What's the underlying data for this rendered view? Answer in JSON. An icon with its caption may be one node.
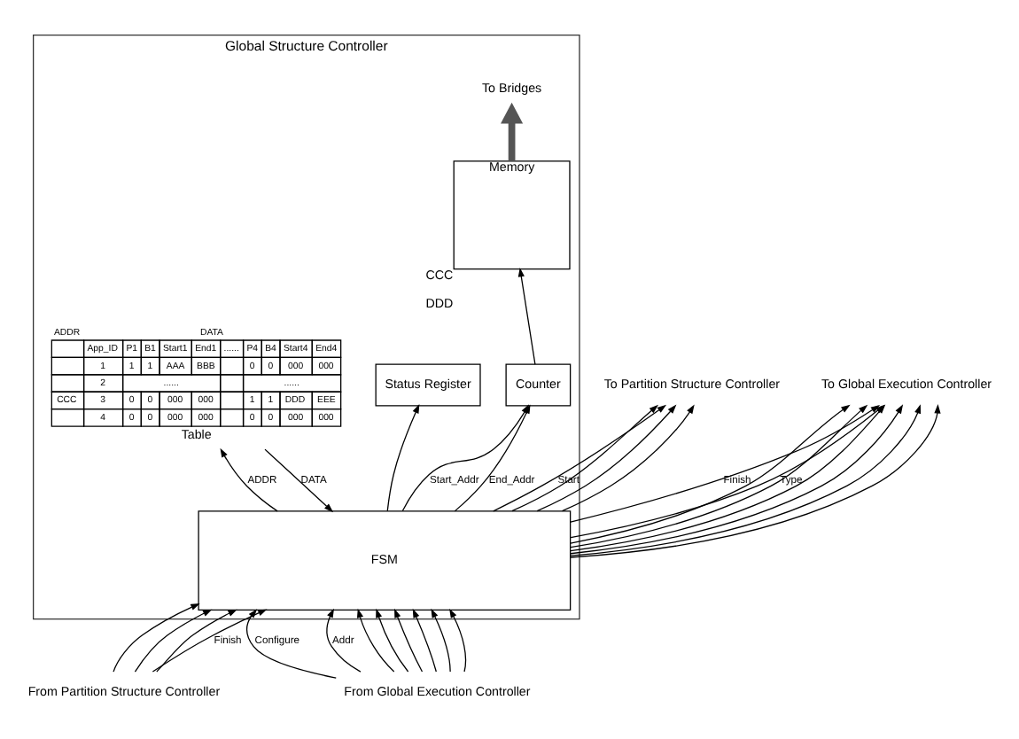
{
  "diagram": {
    "nodes": [
      {
        "text": [
          "Global Structure Controller"
        ]
      },
      {
        "text": [
          "Memory"
        ],
        "beside": [
          "CCC",
          "DDD"
        ],
        "in": 0
      },
      {
        "text": [
          "ADDR",
          "DATA",
          "App_ID",
          "P1",
          "B1",
          "Start1",
          "End1",
          "......",
          "P4",
          "B4",
          "Start4",
          "End4",
          "1",
          "1",
          "1",
          "AAA",
          "BBB",
          "0",
          "0",
          "000",
          "000",
          "2",
          "......",
          "......",
          "CCC",
          "3",
          "0",
          "0",
          "000",
          "000",
          "1",
          "1",
          "DDD",
          "EEE",
          "4",
          "0",
          "0",
          "000",
          "000",
          "0",
          "0",
          "000",
          "000",
          "Table"
        ],
        "in": 0
      },
      {
        "text": [
          "Status Register"
        ],
        "in": 0
      },
      {
        "text": [
          "FSM"
        ],
        "in": 0
      },
      {
        "text": [
          "Counter"
        ],
        "in": 0
      },
      {
        "text": [
          "To Bridges"
        ],
        "in": 0
      },
      {
        "text": [
          "From Partition Structure Controller"
        ]
      },
      {
        "text": [
          "From Global Execution Controller"
        ]
      },
      {
        "text": [
          "To Partition Structure Controller"
        ]
      },
      {
        "text": [
          "To Global Execution Controller"
        ]
      }
    ],
    "edges": [
      {
        "from": 1,
        "to": 6,
        "arrow": "to",
        "style": "thick"
      },
      {
        "from": 5,
        "to": 1,
        "arrow": "to"
      },
      {
        "from": 4,
        "to": 2,
        "arrow": "to",
        "label": "ADDR"
      },
      {
        "from": 2,
        "to": 4,
        "arrow": "to",
        "label": "DATA"
      },
      {
        "from": 4,
        "to": 3,
        "arrow": "to"
      },
      {
        "from": 4,
        "to": 5,
        "arrow": "to",
        "label": "Start_Addr"
      },
      {
        "from": 4,
        "to": 5,
        "arrow": "to",
        "label": "End_Addr"
      },
      {
        "from": 7,
        "to": 4,
        "arrow": "to"
      },
      {
        "from": 7,
        "to": 4,
        "arrow": "to"
      },
      {
        "from": 7,
        "to": 4,
        "arrow": "to"
      },
      {
        "from": 7,
        "to": 4,
        "arrow": "to",
        "label": "Finish"
      },
      {
        "from": 8,
        "to": 4,
        "arrow": "to",
        "label": "Configure"
      },
      {
        "from": 8,
        "to": 4,
        "arrow": "to",
        "label": "Addr"
      },
      {
        "from": 8,
        "to": 4,
        "arrow": "to"
      },
      {
        "from": 8,
        "to": 4,
        "arrow": "to"
      },
      {
        "from": 8,
        "to": 4,
        "arrow": "to"
      },
      {
        "from": 8,
        "to": 4,
        "arrow": "to"
      },
      {
        "from": 8,
        "to": 4,
        "arrow": "to"
      },
      {
        "from": 8,
        "to": 4,
        "arrow": "to"
      },
      {
        "from": 4,
        "to": 9,
        "arrow": "to",
        "label": "Start"
      },
      {
        "from": 4,
        "to": 9,
        "arrow": "to"
      },
      {
        "from": 4,
        "to": 9,
        "arrow": "to"
      },
      {
        "from": 4,
        "to": 9,
        "arrow": "to"
      },
      {
        "from": 4,
        "to": 10,
        "arrow": "to",
        "label": "Finish"
      },
      {
        "from": 4,
        "to": 10,
        "arrow": "to",
        "label": "Type"
      },
      {
        "from": 4,
        "to": 10,
        "arrow": "to"
      },
      {
        "from": 4,
        "to": 10,
        "arrow": "to"
      },
      {
        "from": 4,
        "to": 10,
        "arrow": "to"
      },
      {
        "from": 4,
        "to": 10,
        "arrow": "to"
      },
      {
        "from": 4,
        "to": 10,
        "arrow": "to"
      },
      {
        "from": 4,
        "to": 10,
        "arrow": "to"
      }
    ]
  }
}
